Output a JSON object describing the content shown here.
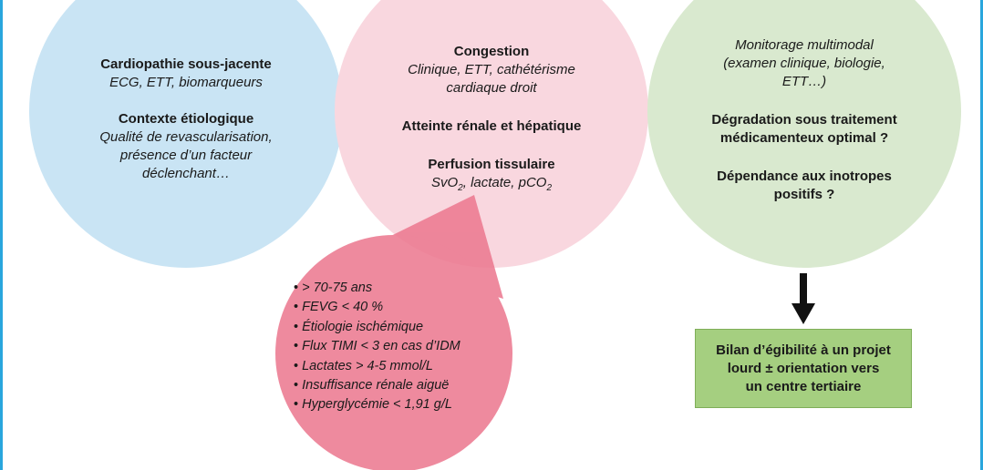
{
  "colors": {
    "blue_circle": "#c9e4f4",
    "pink_circle": "#f9d7df",
    "green_circle": "#d9e9cf",
    "red_bubble": "#f08da0",
    "green_box": "#a5cf80",
    "frame": "#29a6dd"
  },
  "left": {
    "heading1": "Cardiopathie sous-jacente",
    "text1": "ECG, ETT, biomarqueurs",
    "heading2": "Contexte étiologique",
    "text2_line1": "Qualité de revascularisation,",
    "text2_line2": "présence d’un facteur",
    "text2_line3": "déclenchant…"
  },
  "center": {
    "heading1": "Congestion",
    "text1_line1": "Clinique, ETT, cathétérisme",
    "text1_line2": "cardiaque droit",
    "heading2": "Atteinte rénale et hépatique",
    "heading3": "Perfusion tissulaire",
    "text3_a": "SvO",
    "text3_sub1": "2",
    "text3_b": ", lactate, pCO",
    "text3_sub2": "2"
  },
  "risk_factors": [
    "> 70-75 ans",
    "FEVG < 40 %",
    "Étiologie ischémique",
    "Flux TIMI < 3 en cas d’IDM",
    "Lactates > 4-5 mmol/L",
    "Insuffisance rénale aiguë",
    "Hyperglycémie < 1,91 g/L"
  ],
  "right": {
    "text1_line1": "Monitorage multimodal",
    "text1_line2": "(examen clinique, biologie,",
    "text1_line3": "ETT…)",
    "heading1_line1": "Dégradation sous traitement",
    "heading1_line2": "médicamenteux optimal ?",
    "heading2_line1": "Dépendance aux inotropes",
    "heading2_line2": "positifs ?"
  },
  "result": {
    "line1": "Bilan d’égibilité à un projet",
    "line2": "lourd ± orientation vers",
    "line3": "un centre tertiaire"
  }
}
